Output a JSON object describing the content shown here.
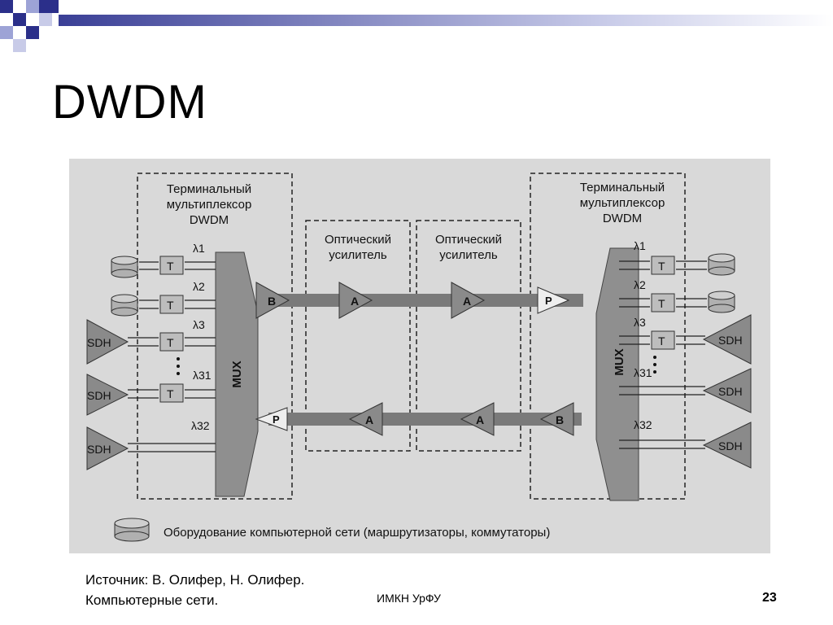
{
  "slide": {
    "title": "DWDM",
    "source_line1": "Источник: В. Олифер, Н. Олифер.",
    "source_line2": "Компьютерные сети.",
    "footer": "ИМКН УрФУ",
    "page_number": "23"
  },
  "diagram": {
    "left_terminal": {
      "line1": "Терминальный",
      "line2": "мультиплексор",
      "line3": "DWDM",
      "mux": "MUX"
    },
    "right_terminal": {
      "line1": "Терминальный",
      "line2": "мультиплексор",
      "line3": "DWDM",
      "mux": "MUX"
    },
    "amp1": {
      "line1": "Оптический",
      "line2": "усилитель"
    },
    "amp2": {
      "line1": "Оптический",
      "line2": "усилитель"
    },
    "transponder": "T",
    "booster": "B",
    "preamp": "P",
    "line_amp": "A",
    "sdh": "SDH",
    "lambdas": {
      "l1": "λ1",
      "l2": "λ2",
      "l3": "λ3",
      "l31": "λ31",
      "l32": "λ32"
    },
    "legend": "Оборудование компьютерной сети (маршрутизаторы, коммутаторы)"
  }
}
